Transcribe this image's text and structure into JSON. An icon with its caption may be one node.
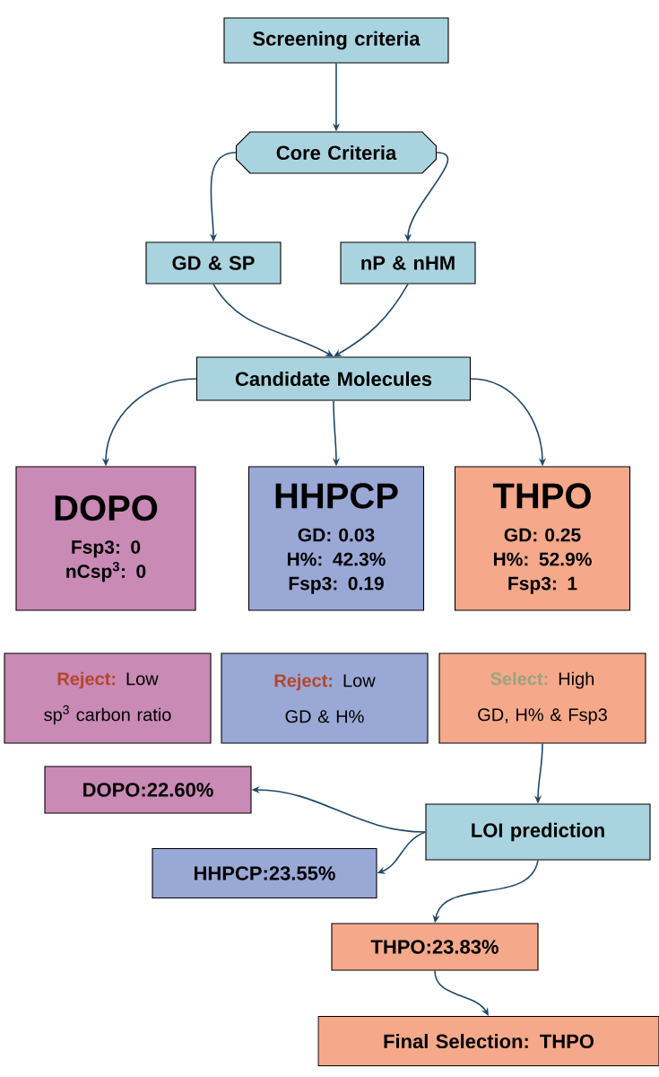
{
  "diagram": {
    "nodes": [
      {
        "text": [
          "Screening criteria"
        ]
      },
      {
        "text": [
          "Core Criteria"
        ]
      },
      {
        "text": [
          "GD & SP"
        ]
      },
      {
        "text": [
          "nP & nHM"
        ]
      },
      {
        "text": [
          "Candidate Molecules"
        ]
      },
      {
        "text": [
          "DOPO",
          "Fsp3: 0",
          "nCsp$^{3}$: 0"
        ]
      },
      {
        "text": [
          "HHPCP",
          "GD: 0.03",
          "H%: 42.3%",
          "Fsp3: 0.19"
        ]
      },
      {
        "text": [
          "THPO",
          "GD: 0.25",
          "H%: 52.9%",
          "Fsp3: 1"
        ]
      },
      {
        "text": [
          "**Reject:** Low sp$^{3}$ carbon ratio"
        ]
      },
      {
        "text": [
          "**Reject:** Low GD & H%"
        ]
      },
      {
        "text": [
          "**Select:** High GD, H% & Fsp3"
        ]
      },
      {
        "text": [
          "DOPO:22.60%"
        ]
      },
      {
        "text": [
          "LOI prediction"
        ]
      },
      {
        "text": [
          "HHPCP:23.55%"
        ]
      },
      {
        "text": [
          "THPO:23.83%"
        ]
      },
      {
        "text": [
          "Final Selection: THPO"
        ]
      }
    ],
    "edges": [
      {
        "from": 0,
        "to": 1,
        "arrow": "to"
      },
      {
        "from": 1,
        "to": 2,
        "arrow": "to"
      },
      {
        "from": 1,
        "to": 3,
        "arrow": "to"
      },
      {
        "from": 2,
        "to": 4,
        "arrow": "to"
      },
      {
        "from": 3,
        "to": 4,
        "arrow": "to"
      },
      {
        "from": 4,
        "to": 5,
        "arrow": "to"
      },
      {
        "from": 4,
        "to": 6,
        "arrow": "to"
      },
      {
        "from": 4,
        "to": 7,
        "arrow": "to"
      },
      {
        "from": 10,
        "to": 12,
        "arrow": "to"
      },
      {
        "from": 12,
        "to": 11,
        "arrow": "to"
      },
      {
        "from": 12,
        "to": 13,
        "arrow": "to"
      },
      {
        "from": 12,
        "to": 14,
        "arrow": "to"
      },
      {
        "from": 14,
        "to": 15,
        "arrow": "to"
      }
    ]
  }
}
